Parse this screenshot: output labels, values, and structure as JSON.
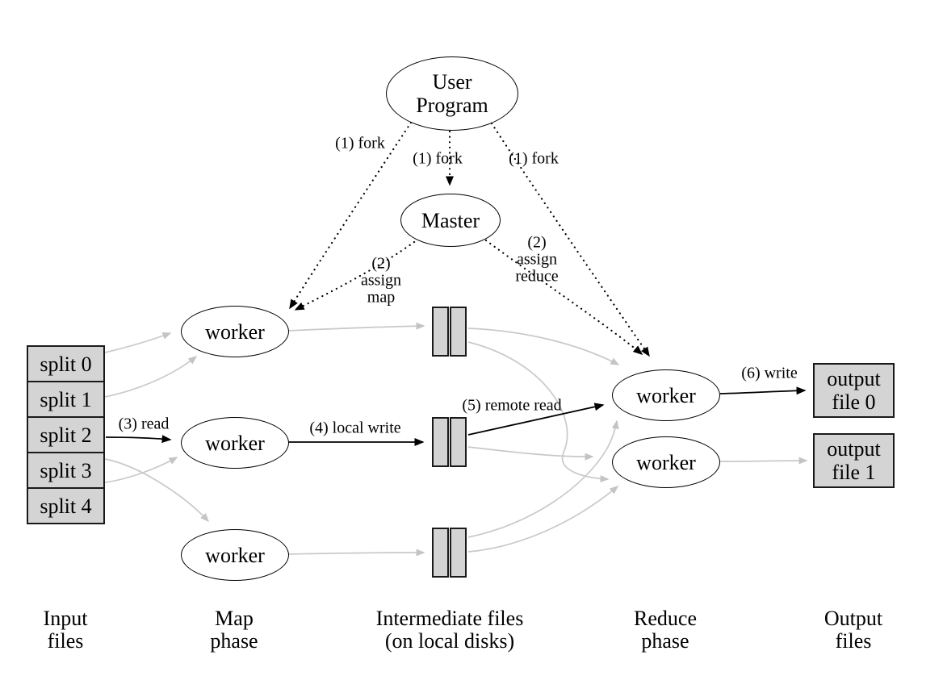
{
  "diagram": {
    "nodes": {
      "user_program": "User Program",
      "master": "Master",
      "map_workers": [
        "worker",
        "worker",
        "worker"
      ],
      "reduce_workers": [
        "worker",
        "worker"
      ],
      "splits": [
        "split 0",
        "split 1",
        "split 2",
        "split 3",
        "split 4"
      ],
      "output_files": [
        {
          "line1": "output",
          "line2": "file 0"
        },
        {
          "line1": "output",
          "line2": "file 1"
        }
      ]
    },
    "edge_labels": {
      "fork_left": "(1) fork",
      "fork_mid": "(1) fork",
      "fork_right": "(1) fork",
      "assign_map": {
        "l1": "(2)",
        "l2": "assign",
        "l3": "map"
      },
      "assign_reduce": {
        "l1": "(2)",
        "l2": "assign",
        "l3": "reduce"
      },
      "read": "(3) read",
      "local_write": "(4) local write",
      "remote_read": "(5) remote read",
      "write": "(6) write"
    },
    "phase_labels": [
      {
        "line1": "Input",
        "line2": "files"
      },
      {
        "line1": "Map",
        "line2": "phase"
      },
      {
        "line1": "Intermediate files",
        "line2": "(on local disks)"
      },
      {
        "line1": "Reduce",
        "line2": "phase"
      },
      {
        "line1": "Output",
        "line2": "files"
      }
    ],
    "colors": {
      "shape_fill": "#d4d4d4",
      "edge_gray": "#c9c9c9",
      "edge_black": "#000000",
      "node_outline": "#000000",
      "background": "#ffffff"
    }
  }
}
